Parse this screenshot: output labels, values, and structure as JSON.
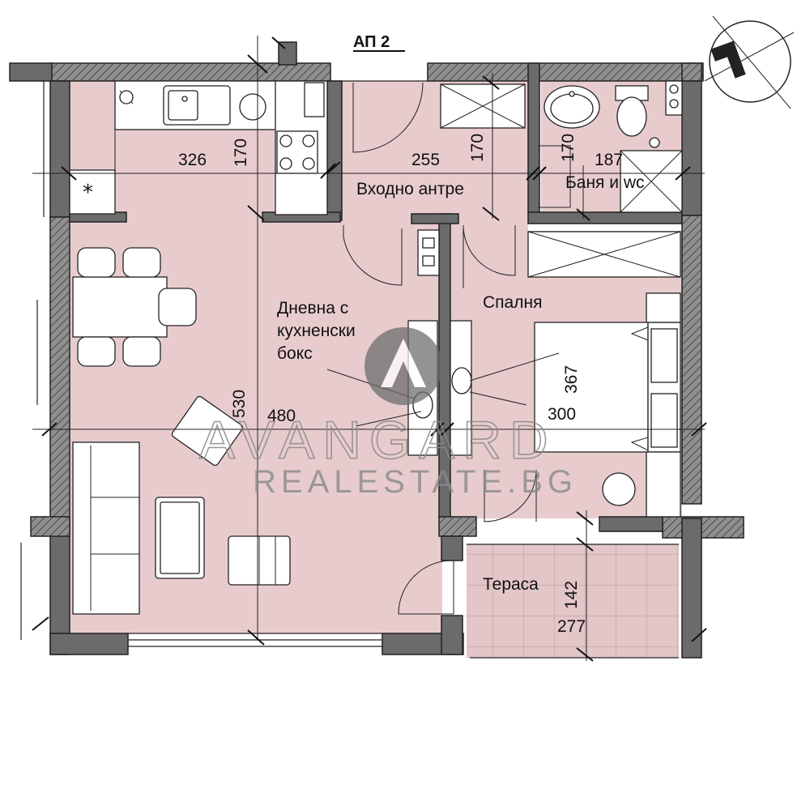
{
  "title": "АП 2",
  "rooms": {
    "living": {
      "line1": "Дневна с",
      "line2": "кухненски",
      "line3": "бокс"
    },
    "entry": "Входно антре",
    "bath": "Баня и wc",
    "bedroom": "Спалня",
    "terrace": "Тераса"
  },
  "dimensions": {
    "kitchen_width": "326",
    "kitchen_depth": "170",
    "entry_width": "255",
    "entry_depth": "170",
    "bath_width": "187",
    "bath_depth": "170",
    "living_width": "480",
    "living_depth": "530",
    "bedroom_width": "300",
    "bedroom_depth": "367",
    "terrace_width": "277",
    "terrace_depth": "142"
  },
  "watermark": {
    "line1": "AVANGARD",
    "line2": "REALESTATE.BG"
  },
  "colors": {
    "floor": "#e8cccd",
    "wall": "#6b6b6b",
    "terrace": "#e3c6c7"
  },
  "icons": {
    "compass": "north-arrow-icon",
    "logo": "avangard-logo-icon"
  }
}
